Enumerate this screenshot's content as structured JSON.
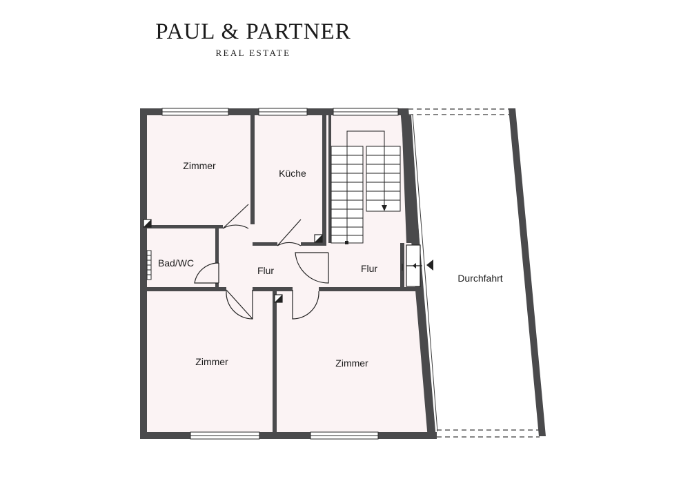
{
  "brand": {
    "name": "PAUL & PARTNER",
    "tagline": "REAL ESTATE"
  },
  "colors": {
    "wall": "#4a4a4c",
    "room_fill": "#fbf3f4",
    "line": "#2a2a2a",
    "window": "#ffffff"
  },
  "rooms": {
    "zimmer_top_left": "Zimmer",
    "kueche": "Küche",
    "bad_wc": "Bad/WC",
    "flur_left": "Flur",
    "flur_right": "Flur",
    "zimmer_bottom_left": "Zimmer",
    "zimmer_bottom_right": "Zimmer",
    "durchfahrt": "Durchfahrt"
  }
}
